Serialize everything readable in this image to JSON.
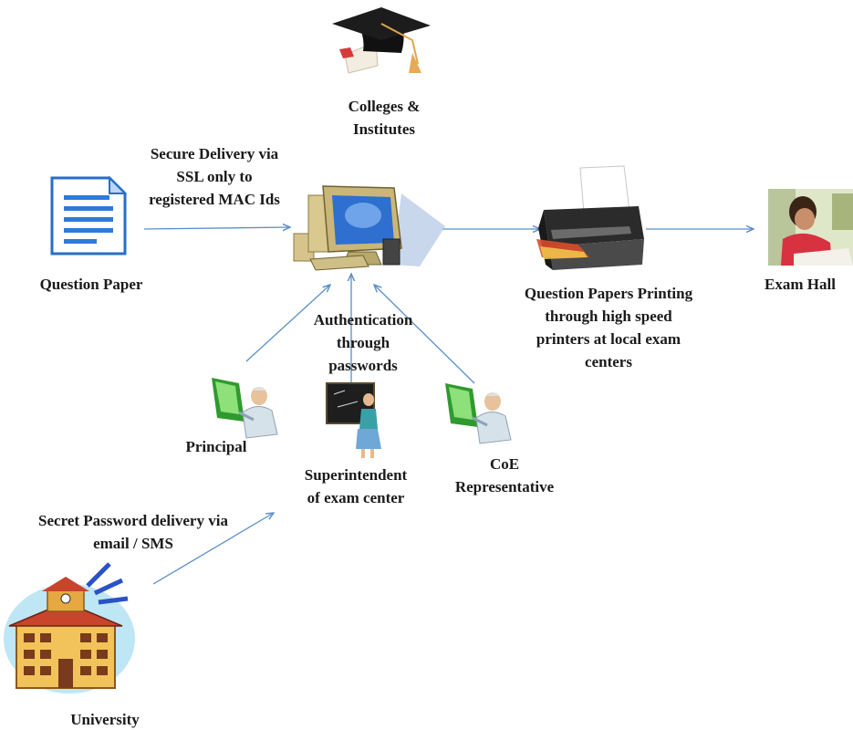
{
  "colors": {
    "arrow": "#5b8fc9",
    "text": "#1a1a1a"
  },
  "nodes": {
    "colleges": {
      "icon": "graduation-cap-icon",
      "lines": [
        "Colleges &",
        "Institutes"
      ]
    },
    "question_paper": {
      "icon": "document-icon",
      "lines": [
        "Question Paper"
      ]
    },
    "secure_delivery": {
      "lines": [
        "Secure Delivery via",
        "SSL only to",
        "registered MAC Ids"
      ]
    },
    "computer": {
      "icon": "computer-icon"
    },
    "printer": {
      "icon": "printer-icon",
      "lines": [
        "Question Papers Printing",
        "through high speed",
        "printers at local exam",
        "centers"
      ]
    },
    "exam_hall": {
      "icon": "student-writing-icon",
      "lines": [
        "Exam Hall"
      ]
    },
    "authentication": {
      "lines": [
        "Authentication",
        "through",
        "passwords"
      ]
    },
    "principal": {
      "icon": "professor-icon",
      "lines": [
        "Principal"
      ]
    },
    "superintendent": {
      "icon": "teacher-blackboard-icon",
      "lines": [
        "Superintendent",
        "of exam center"
      ]
    },
    "coe": {
      "icon": "professor-icon",
      "lines": [
        "CoE",
        "Representative"
      ]
    },
    "secret_password": {
      "lines": [
        "Secret Password delivery via",
        "email / SMS"
      ]
    },
    "university": {
      "icon": "university-building-icon",
      "lines": [
        "University"
      ]
    }
  }
}
